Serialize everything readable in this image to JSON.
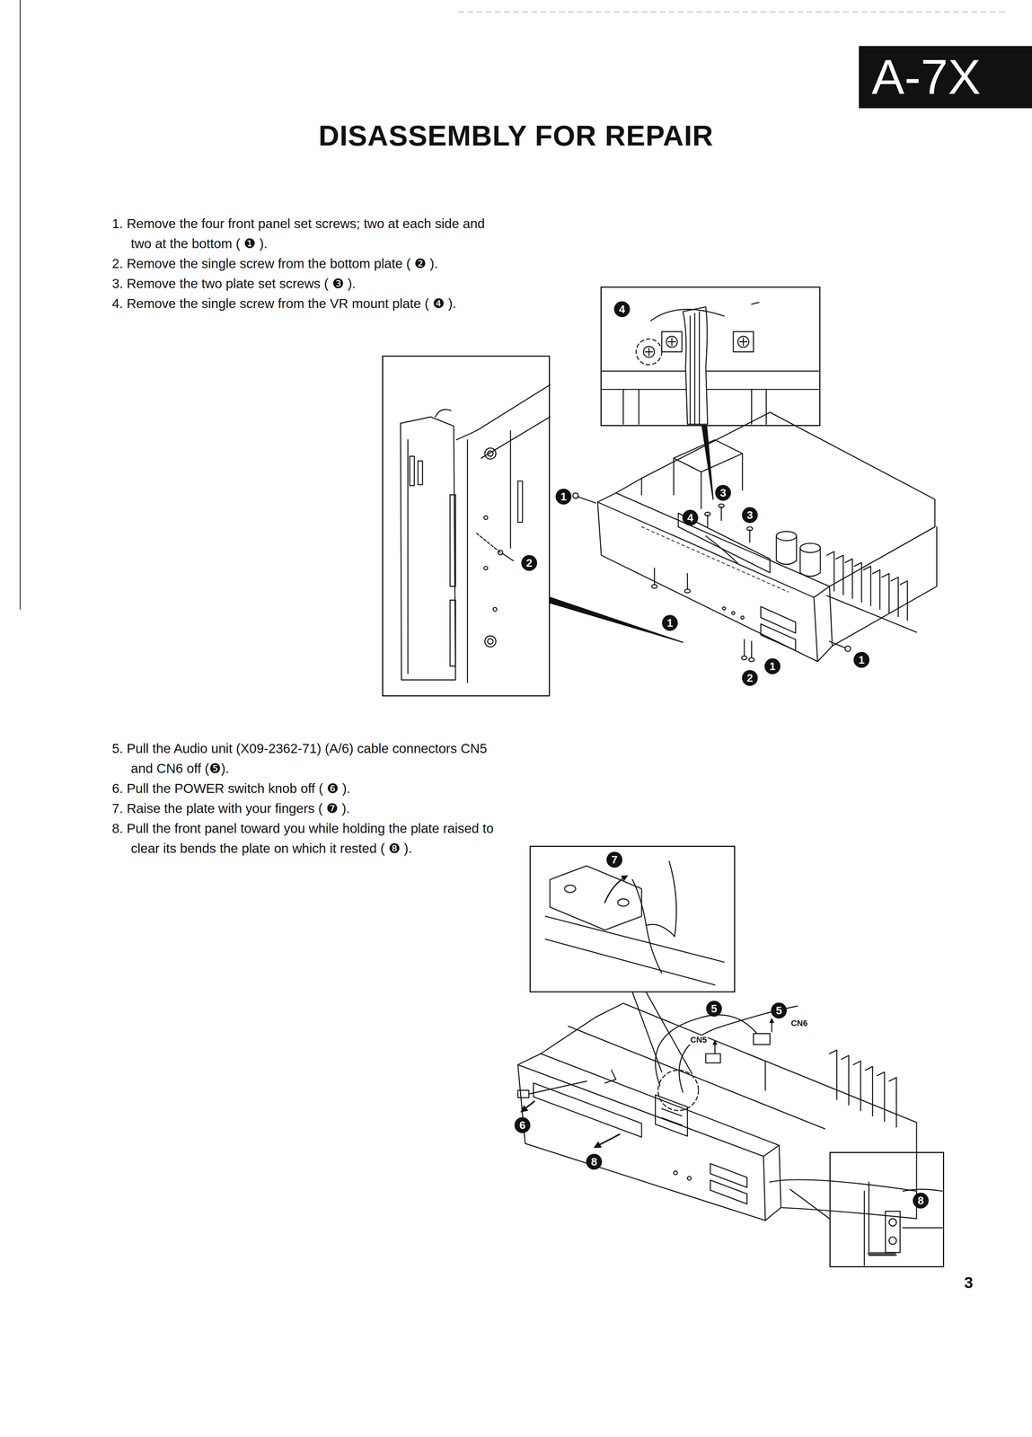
{
  "diagram": {
    "title": "DISASSEMBLY FOR REPAIR",
    "nodes": [
      {
        "text": [
          "A-7X"
        ]
      },
      {
        "text": [
          "4"
        ]
      },
      {
        "text": [
          "2"
        ]
      },
      {
        "text": [
          "7"
        ]
      },
      {
        "text": [
          "8"
        ]
      }
    ],
    "labels": [
      "1. Remove the four front panel set screws; two at each side and two at the bottom ( ❶ ).",
      "2. Remove the single screw from the bottom plate ( ❷ ).",
      "3. Remove the two plate set screws ( ❸ ).",
      "4. Remove the single screw from the VR mount plate ( ❹ ).",
      "1",
      "4",
      "3",
      "3",
      "1",
      "1",
      "1",
      "2",
      "5. Pull the Audio unit (X09-2362-71) (A/6) cable connectors CN5 and CN6 off (❺).",
      "6. Pull the POWER switch knob off ( ❻ ).",
      "7. Raise the plate with your fingers ( ❼ ).",
      "8. Pull the front panel toward you while holding the plate raised to clear its bends the plate on which it rested ( ❽ ).",
      "5",
      "5",
      "CN6",
      "CN5",
      "6",
      "8",
      "3"
    ]
  }
}
